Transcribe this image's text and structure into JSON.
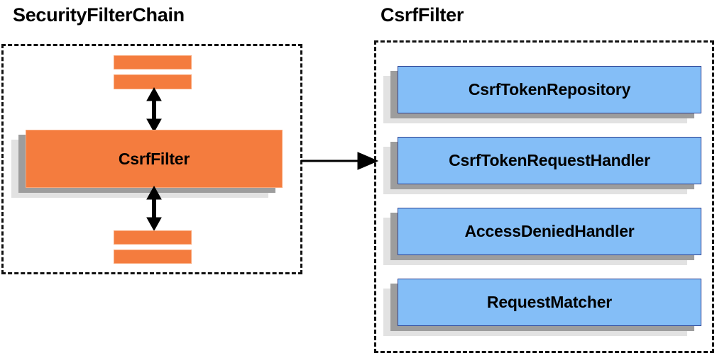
{
  "diagram": {
    "title_implicit": "CsrfFilter collaborators",
    "background_color": "#ffffff",
    "colors": {
      "orange_fill": "#f47c3e",
      "orange_border": "#f9a87a",
      "blue_fill": "#84bef7",
      "blue_border": "#2b3f8f",
      "shadow_near": "#9d9d9d",
      "shadow_far": "#e2e2e2",
      "outline": "#111111",
      "text": "#000000"
    }
  },
  "panels": {
    "left": {
      "title": "SecurityFilterChain",
      "border_style": "dashed",
      "filter_box": {
        "label": "CsrfFilter"
      },
      "top_bars": [
        {
          "label": ""
        },
        {
          "label": ""
        }
      ],
      "bottom_bars": [
        {
          "label": ""
        },
        {
          "label": ""
        }
      ],
      "arrows": [
        {
          "name": "arrow-above-csrffilter",
          "direction": "double-vertical"
        },
        {
          "name": "arrow-below-csrffilter",
          "direction": "double-vertical"
        }
      ]
    },
    "right": {
      "title": "CsrfFilter",
      "border_style": "dashed",
      "collaborators": [
        {
          "label": "CsrfTokenRepository"
        },
        {
          "label": "CsrfTokenRequestHandler"
        },
        {
          "label": "AccessDeniedHandler"
        },
        {
          "label": "RequestMatcher"
        }
      ]
    }
  },
  "connector": {
    "name": "left-to-right-arrow",
    "direction": "right",
    "from": "SecurityFilterChain.CsrfFilter",
    "to": "CsrfFilter panel"
  }
}
